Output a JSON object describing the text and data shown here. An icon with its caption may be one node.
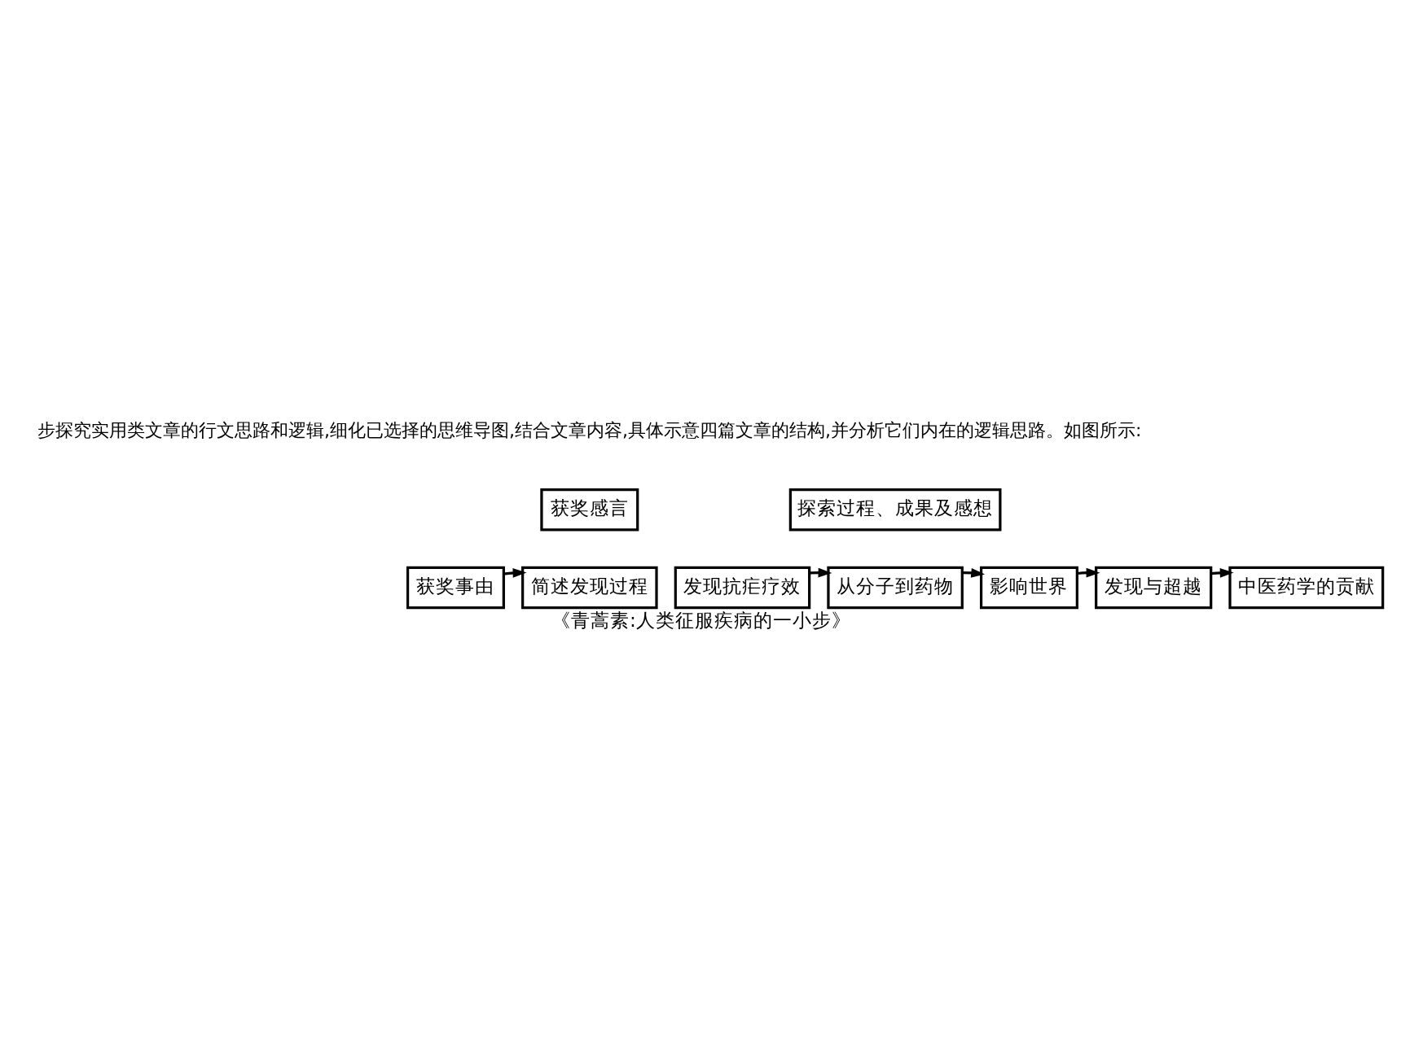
{
  "diagram": {
    "caption": "《青蒿素:人类征服疾病的一小步》",
    "nodes": [
      {
        "text": [
          "获奖感言"
        ]
      },
      {
        "text": [
          "探索过程、成果及感想"
        ]
      },
      {
        "text": [
          "获奖事由"
        ]
      },
      {
        "text": [
          "简述发现过程"
        ]
      },
      {
        "text": [
          "发现抗疟疗效"
        ]
      },
      {
        "text": [
          "从分子到药物"
        ]
      },
      {
        "text": [
          "影响世界"
        ]
      },
      {
        "text": [
          "发现与超越"
        ]
      },
      {
        "text": [
          "中医药学的贡献"
        ]
      }
    ],
    "edges": [
      {
        "from": 2,
        "to": 3,
        "arrow": "to"
      },
      {
        "from": 4,
        "to": 5,
        "arrow": "to"
      },
      {
        "from": 5,
        "to": 6,
        "arrow": "to"
      },
      {
        "from": 6,
        "to": 7,
        "arrow": "to"
      },
      {
        "from": 7,
        "to": 8,
        "arrow": "to"
      }
    ],
    "labels": [
      "步探究实用类文章的行文思路和逻辑,细化已选择的思维导图,结合文章内容,具体示意四篇文章的结构,并分析它们内在的逻辑思路。如图所示:"
    ]
  }
}
